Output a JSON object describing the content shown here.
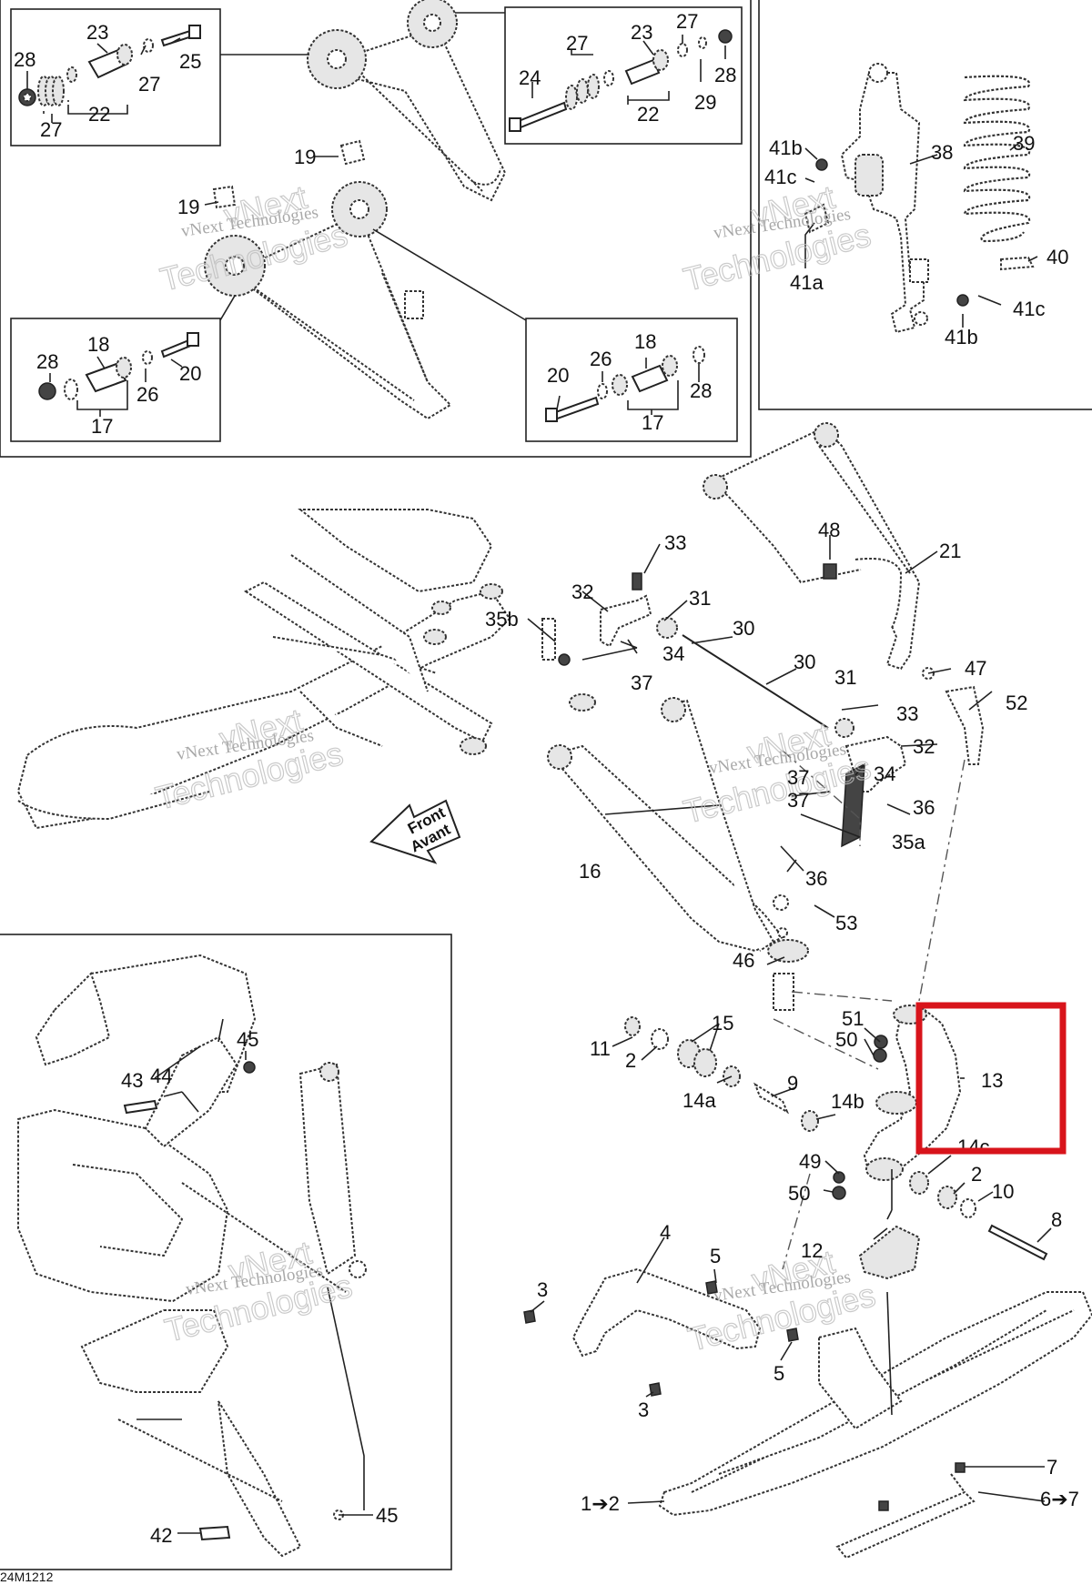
{
  "watermark": {
    "line1": "vNext Technologies",
    "line2": "Technologies",
    "line3": "vNext"
  },
  "front_arrow": {
    "line1": "Front",
    "line2": "Avant"
  },
  "diagram_code": "24M1212",
  "highlight_color": "#d8141b",
  "labels": {
    "p28_a": "28",
    "p23_a": "23",
    "p25": "25",
    "p27_a": "27",
    "p27_b": "27",
    "p22_a": "22",
    "p27_c": "27",
    "p23_b": "23",
    "p27_d": "27",
    "p24": "24",
    "p28_b": "28",
    "p29": "29",
    "p22_b": "22",
    "p41b_a": "41b",
    "p41c_a": "41c",
    "p38": "38",
    "p39": "39",
    "p40": "40",
    "p41a": "41a",
    "p41c_b": "41c",
    "p41b_b": "41b",
    "p19_a": "19",
    "p19_b": "19",
    "p28_c": "28",
    "p18_a": "18",
    "p20_a": "20",
    "p26_a": "26",
    "p17_a": "17",
    "p20_b": "20",
    "p26_b": "26",
    "p18_b": "18",
    "p28_d": "28",
    "p17_b": "17",
    "p48": "48",
    "p21": "21",
    "p33_a": "33",
    "p31_a": "31",
    "p32_a": "32",
    "p35b": "35b",
    "p30_a": "30",
    "p34_a": "34",
    "p37_a": "37",
    "p47": "47",
    "p30_b": "30",
    "p52": "52",
    "p31_b": "31",
    "p33_b": "33",
    "p32_b": "32",
    "p37_b": "37",
    "p34_b": "34",
    "p37_c": "37",
    "p36_a": "36",
    "p35a": "35a",
    "p16": "16",
    "p36_b": "36",
    "p53": "53",
    "p46": "46",
    "p51": "51",
    "p50_a": "50",
    "p15": "15",
    "p11": "11",
    "p2_a": "2",
    "p13": "13",
    "p9": "9",
    "p14a": "14a",
    "p14b": "14b",
    "p14c": "14c",
    "p49": "49",
    "p50_b": "50",
    "p2_b": "2",
    "p10": "10",
    "p8": "8",
    "p4": "4",
    "p12": "12",
    "p5_a": "5",
    "p3_a": "3",
    "p5_b": "5",
    "p3_b": "3",
    "p7": "7",
    "p6to7": "6➔7",
    "p1to2": "1➔2",
    "p45_a": "45",
    "p43": "43",
    "p44": "44",
    "p42": "42",
    "p45_b": "45"
  }
}
